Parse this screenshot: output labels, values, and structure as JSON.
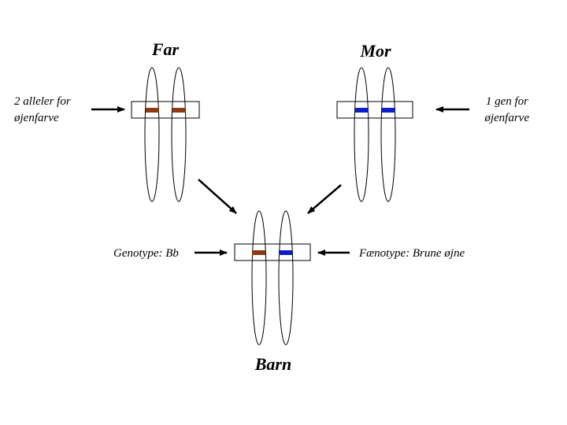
{
  "titles": {
    "father": "Far",
    "mother": "Mor",
    "child": "Barn"
  },
  "labels": {
    "left_line1": "2 alleler for",
    "left_line2": "øjenfarve",
    "right_line1": "1 gen for",
    "right_line2": "øjenfarve",
    "genotype": "Genotype: Bb",
    "phenotype": "Fænotype: Brune øjne"
  },
  "colors": {
    "brown_allele": "#8b3a14",
    "blue_allele": "#0a1fc8",
    "line": "#000000"
  }
}
